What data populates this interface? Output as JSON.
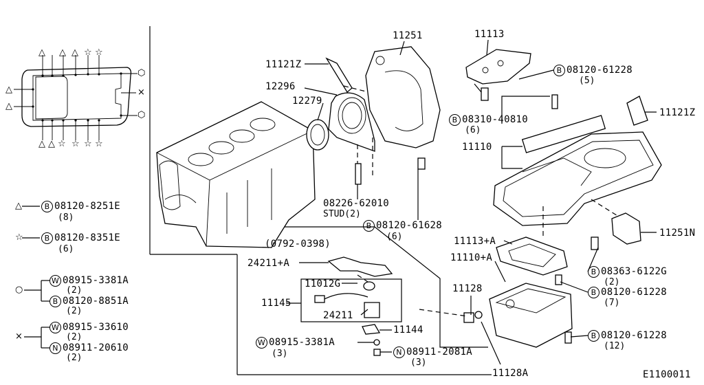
{
  "parts": {
    "p11251": "11251",
    "p11113": "11113",
    "p11121z_left": "11121Z",
    "p11121z_right": "11121Z",
    "p12296": "12296",
    "p12279": "12279",
    "p11110": "11110",
    "p11251n": "11251N",
    "p11113a": "11113+A",
    "p11110a": "11110+A",
    "p11128": "11128",
    "p11128a": "11128A",
    "p24211a": "24211+A",
    "p11012g": "11012G",
    "p11145": "11145",
    "p24211": "24211",
    "p11144": "11144",
    "date_range": "(0792-0398)",
    "stud_number": "08226-62010",
    "stud_label": "STUD(2)",
    "diagram_code": "E1100011"
  },
  "callouts": {
    "b_61228_top": {
      "letter": "B",
      "number": "08120-61228",
      "qty": "(5)"
    },
    "b_40810": {
      "letter": "B",
      "number": "08310-40810",
      "qty": "(6)"
    },
    "b_61628": {
      "letter": "B",
      "number": "08120-61628",
      "qty": "(6)"
    },
    "b_6122g": {
      "letter": "B",
      "number": "08363-6122G",
      "qty": "(2)"
    },
    "b_61228_mid": {
      "letter": "B",
      "number": "08120-61228",
      "qty": "(7)"
    },
    "b_61228_low": {
      "letter": "B",
      "number": "08120-61228",
      "qty": "(12)"
    },
    "w_3381a_low": {
      "letter": "W",
      "number": "08915-3381A",
      "qty": "(3)"
    },
    "n_2081a": {
      "letter": "N",
      "number": "08911-2081A",
      "qty": "(3)"
    }
  },
  "legend": {
    "triangle": {
      "symbol": "△",
      "letter": "B",
      "number": "08120-8251E",
      "qty": "(8)"
    },
    "star": {
      "symbol": "☆",
      "letter": "B",
      "number": "08120-8351E",
      "qty": "(6)"
    },
    "circle": {
      "symbol": "○",
      "a": {
        "letter": "W",
        "number": "08915-3381A",
        "qty": "(2)"
      },
      "b": {
        "letter": "B",
        "number": "08120-8851A",
        "qty": "(2)"
      }
    },
    "cross": {
      "symbol": "×",
      "a": {
        "letter": "W",
        "number": "08915-33610",
        "qty": "(2)"
      },
      "b": {
        "letter": "N",
        "number": "08911-20610",
        "qty": "(2)"
      }
    }
  },
  "key_symbols": {
    "triangle": "△",
    "star": "☆",
    "hexagon": "⬡",
    "cross": "×"
  }
}
